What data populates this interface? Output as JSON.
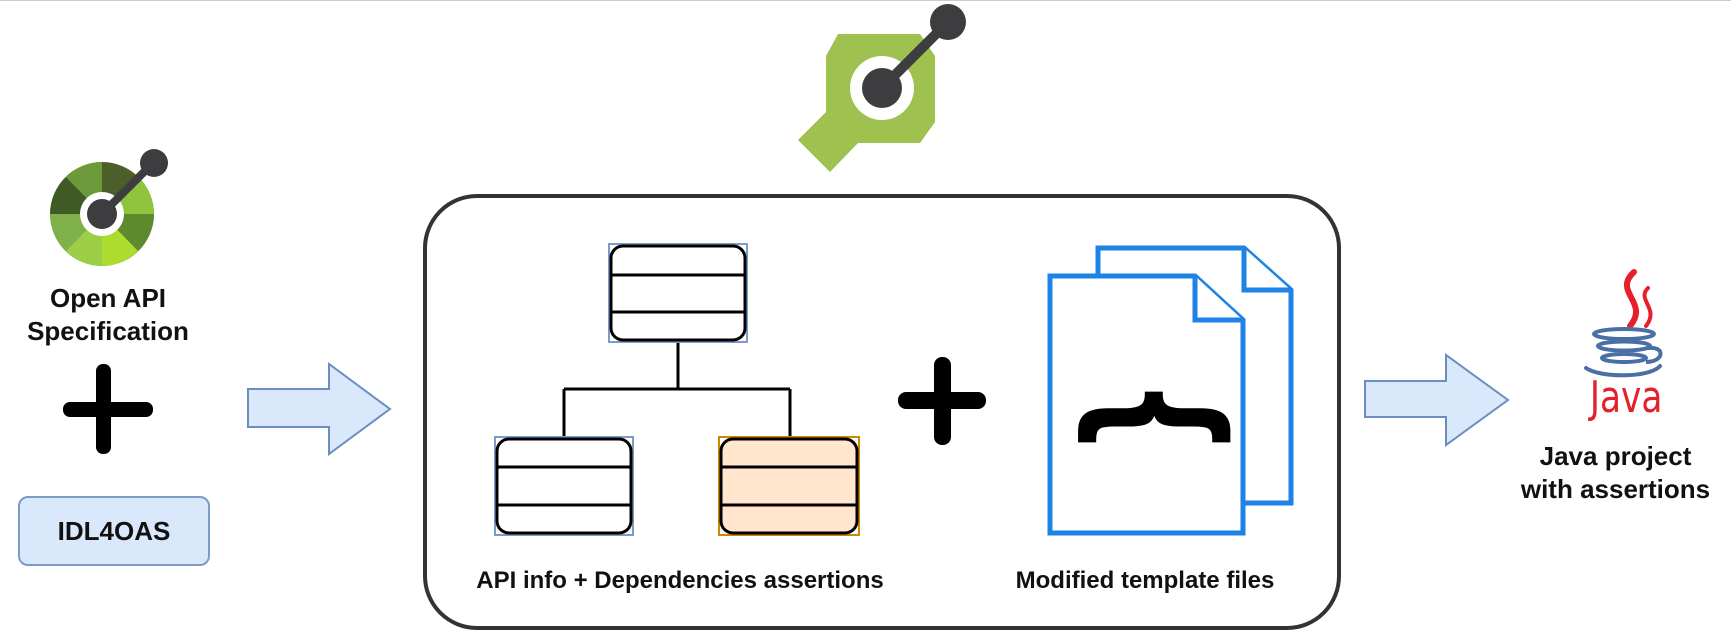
{
  "inputs": {
    "openapi_label_line1": "Open API",
    "openapi_label_line2": "Specification",
    "idl_box_label": "IDL4OAS"
  },
  "process": {
    "api_info_label": "API info + Dependencies assertions",
    "template_label": "Modified template files",
    "brace_glyph": "{"
  },
  "output": {
    "java_logo_text": "Java",
    "java_label_line1": "Java project",
    "java_label_line2": "with assertions"
  },
  "colors": {
    "arrow_fill": "#dae8fc",
    "arrow_stroke": "#6c8ebf",
    "oas_greens": [
      "#4c5e2a",
      "#6c9a3a",
      "#8fc43f",
      "#aedc2e",
      "#5e8a2e",
      "#3f5a25",
      "#7fb04a",
      "#9ccf46"
    ],
    "wrench_green": "#9ec14f",
    "highlight_fill": "#ffe6cc",
    "doc_stroke": "#1e82e6",
    "java_red": "#e5202b",
    "java_blue": "#4a6fa5"
  },
  "icons": [
    "openapi-logo-icon",
    "wrench-link-icon",
    "plus-icon",
    "arrow-right-icon",
    "document-icon",
    "java-cup-icon"
  ]
}
